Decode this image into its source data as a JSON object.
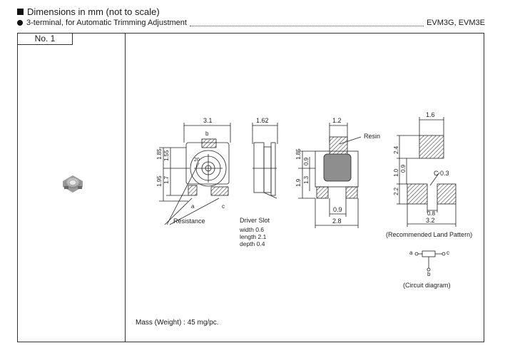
{
  "header": {
    "title": "Dimensions in mm (not to scale)",
    "subtitle": "3-terminal, for Automatic Trimming Adjustment",
    "models": "EVM3G, EVM3E"
  },
  "panel": {
    "number_label": "No. 1",
    "mass": "Mass (Weight) : 45 mg/pc."
  },
  "drawing": {
    "top_view": {
      "width": "3.1",
      "dim_185": "1.85",
      "dim_155": "1.55",
      "dim_195": "1.95",
      "dim_17": "1.7",
      "label_a": "a",
      "label_b": "b",
      "label_c": "c",
      "label_20": "20",
      "resistance": "Resistance"
    },
    "side_view": {
      "width": "1.62"
    },
    "driver_slot": {
      "title": "Driver Slot",
      "width": "width  0.6",
      "length": "length 2.1",
      "depth": "depth  0.4"
    },
    "front_view": {
      "top": "1.2",
      "resin": "Resin",
      "dim_185": "1.85",
      "dim_09": "0.9",
      "dim_19": "1.9",
      "dim_13": "1.3",
      "bottom_09": "0.9",
      "width": "2.8"
    },
    "land_pattern": {
      "top": "1.6",
      "dim_24": "2.4",
      "dim_10": "1.0",
      "dim_09": "0.9",
      "dim_22": "2.2",
      "c03": "C 0.3",
      "dim_08": "0.8",
      "width": "3.2",
      "caption": "(Recommended Land Pattern)"
    },
    "circuit": {
      "a": "a",
      "b": "b",
      "c": "c",
      "caption": "(Circuit diagram)"
    }
  }
}
